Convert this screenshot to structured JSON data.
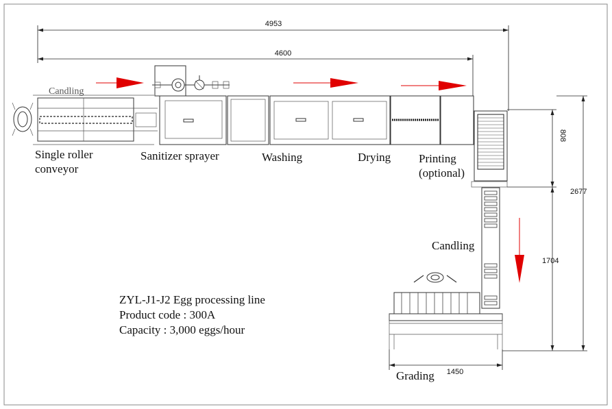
{
  "dimensions": {
    "total_length": "4953",
    "main_length": "4600",
    "height_upper": "808",
    "total_height": "2677",
    "height_lower": "1704",
    "grading_width": "1450"
  },
  "stations": {
    "candling_top": "Candling",
    "single_roller_line1": "Single roller",
    "single_roller_line2": "conveyor",
    "sanitizer": "Sanitizer sprayer",
    "washing": "Washing",
    "drying": "Drying",
    "printing_line1": "Printing",
    "printing_line2": "(optional)",
    "candling_side": "Candling",
    "grading": "Grading"
  },
  "info": {
    "title": "ZYL-J1-J2 Egg processing line",
    "product_code": "Product code : 300A",
    "capacity": "Capacity : 3,000 eggs/hour"
  },
  "colors": {
    "arrow": "#e00000",
    "line": "#333333"
  }
}
